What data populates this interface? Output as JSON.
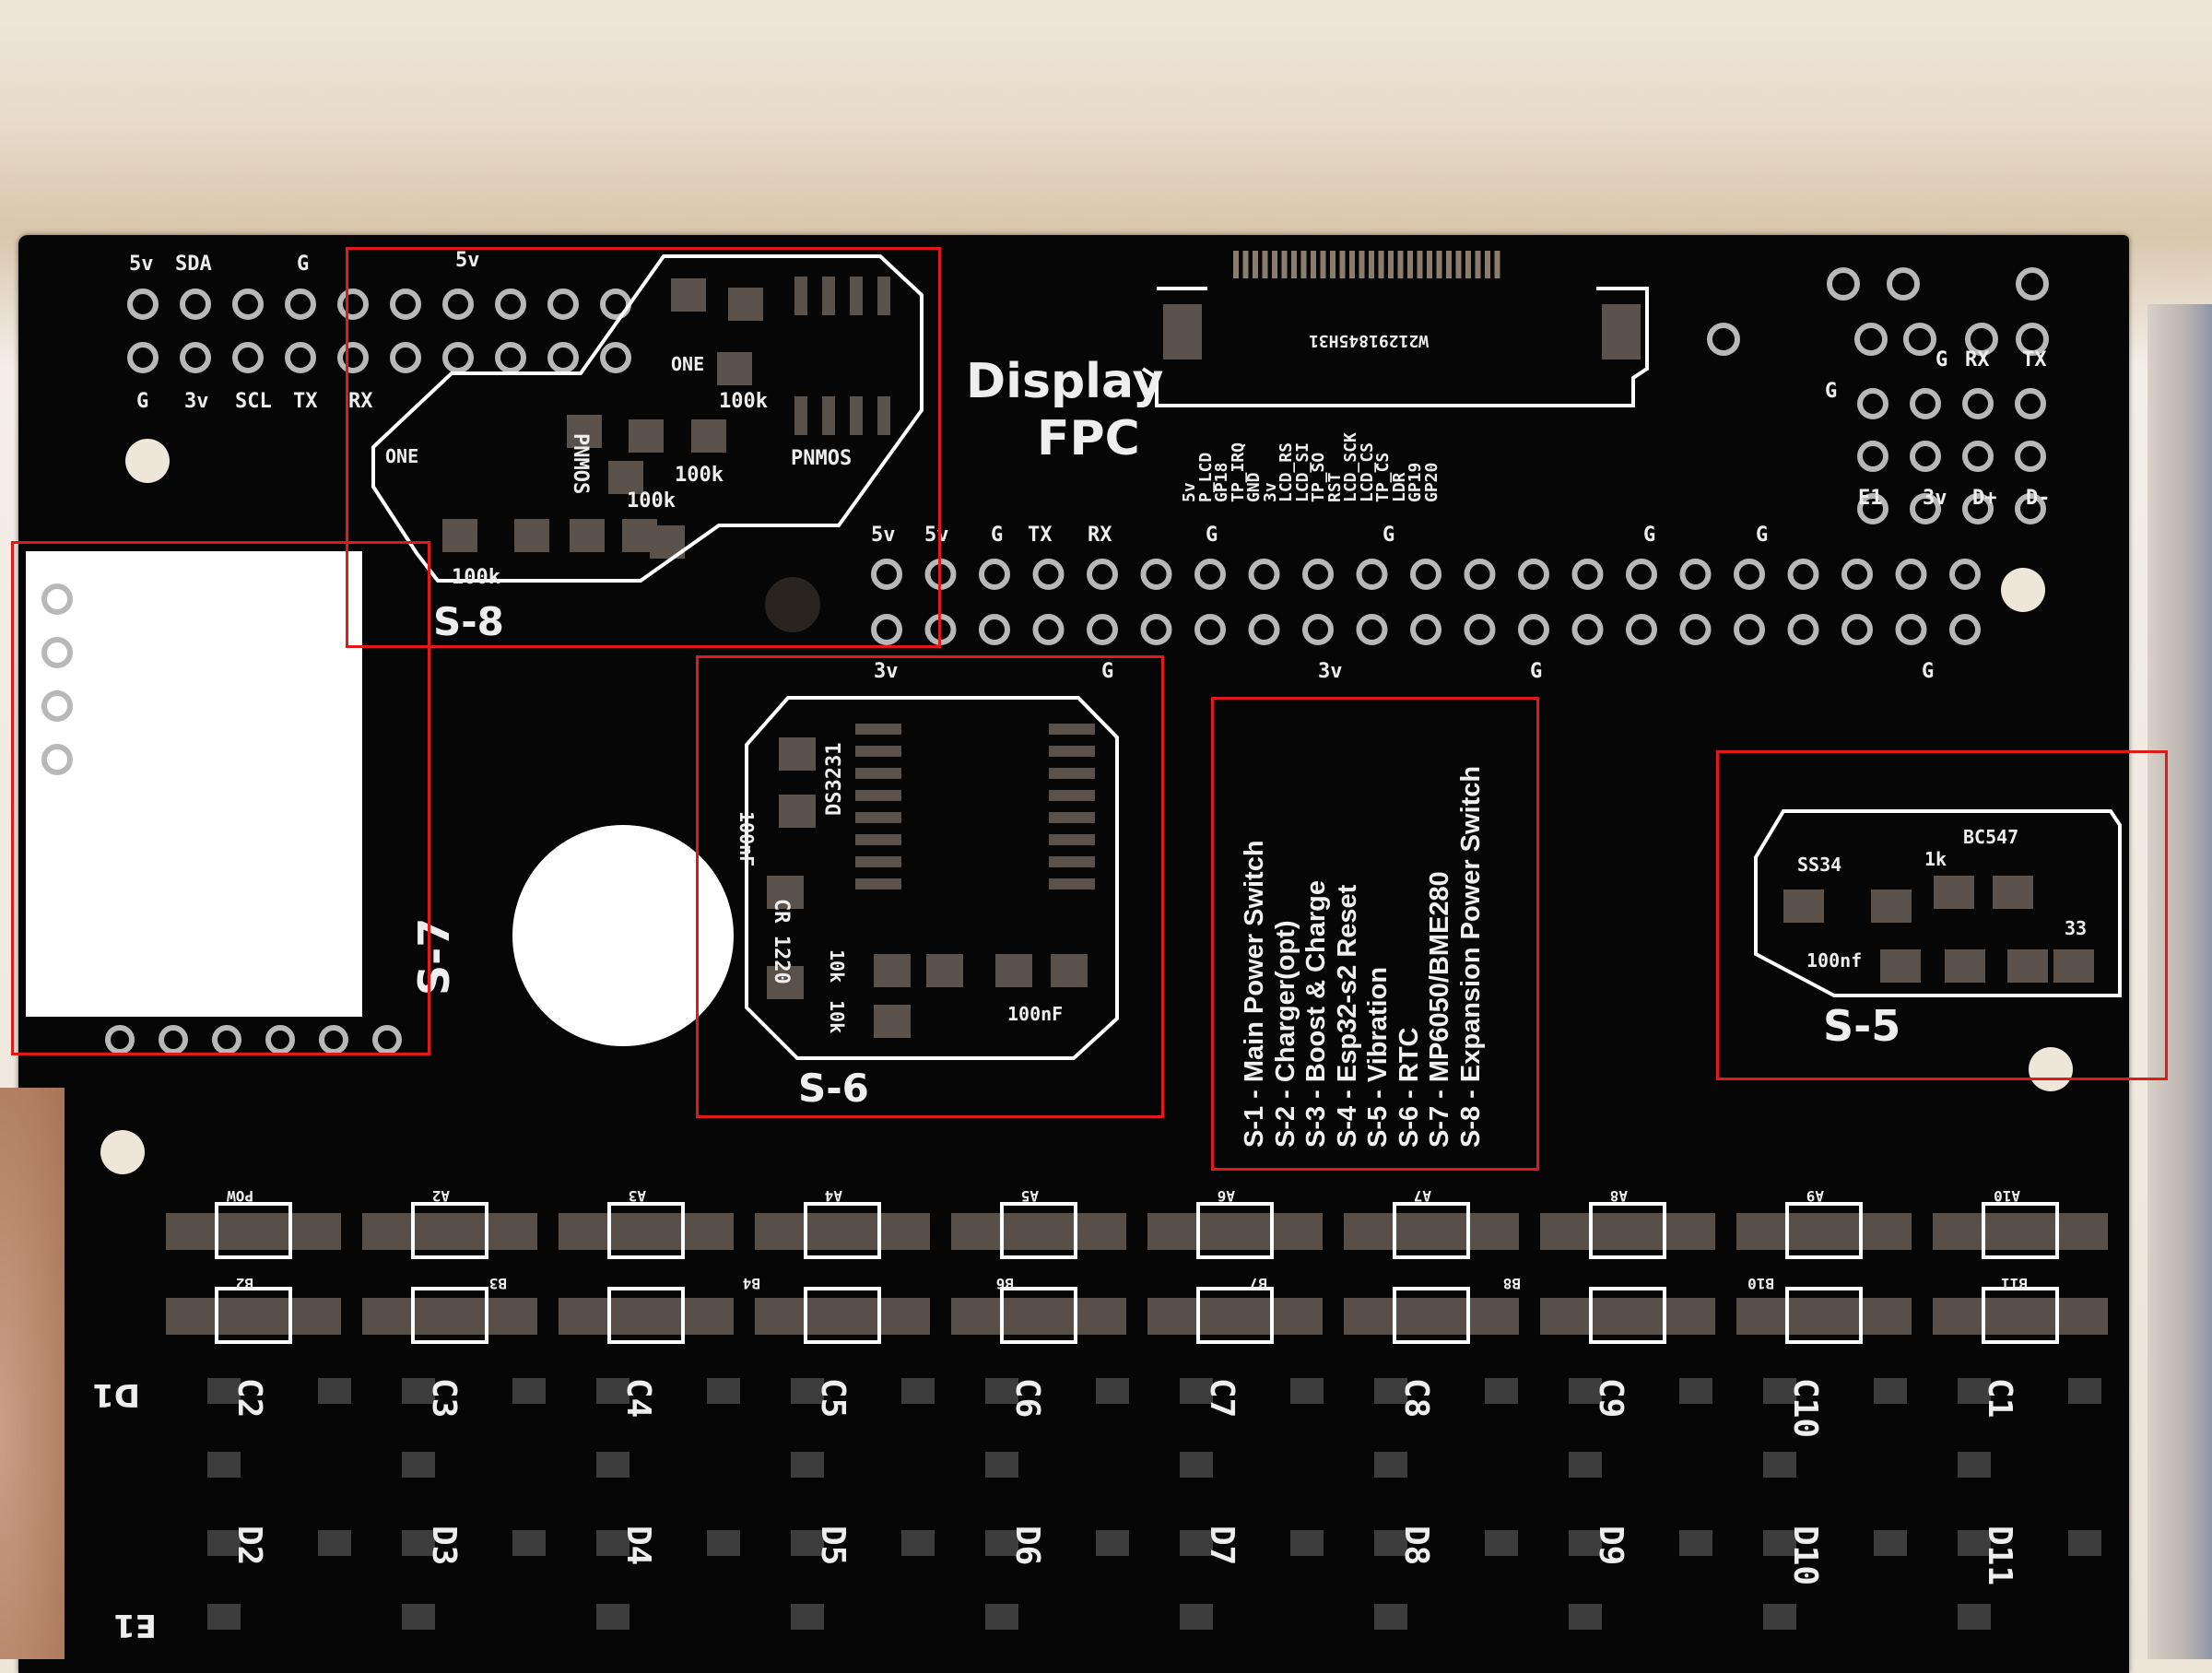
{
  "header_row": {
    "l1": "5v",
    "l2": "SDA",
    "l3": "G",
    "l4": "5v",
    "b1": "G",
    "b2": "3v",
    "b3": "SCL",
    "b4": "TX",
    "b5": "RX"
  },
  "display": {
    "title": "Display",
    "subtitle": "FPC",
    "part": "W21291845H31"
  },
  "fpc_pins": [
    "5v",
    "P_LCD",
    "GP18",
    "TP_IRQ",
    "GND",
    "3v",
    "LCD_RS",
    "LCD_SI",
    "TP_SO",
    "RST",
    "LCD_SCK",
    "LCD_CS",
    "TP_CS",
    "LDR",
    "GP19",
    "GP20"
  ],
  "mid_header_top": [
    "5v",
    "5v",
    "G",
    "TX",
    "RX",
    "G",
    "G",
    "G",
    "G"
  ],
  "mid_header_bottom": [
    "3v",
    "G",
    "3v",
    "G",
    "G"
  ],
  "right_header": {
    "g": "G",
    "rx": "RX",
    "tx": "TX",
    "g2": "G",
    "e1": "E1",
    "v3": "3v",
    "dp": "D+",
    "dm": "D-"
  },
  "s8": {
    "one1": "ONE",
    "one2": "ONE",
    "r1": "100k",
    "r2": "100k",
    "r3": "100k",
    "r4": "100k",
    "pnmos1": "PNMOS",
    "pnmos2": "PNMOS",
    "label": "S-8"
  },
  "s7": {
    "label": "S-7"
  },
  "s6": {
    "chip": "DS3231",
    "cap1": "100nF",
    "cap2": "100nF",
    "batt": "CR 1220",
    "r1": "10k",
    "r2": "10k",
    "label": "S-6"
  },
  "s5": {
    "diode": "SS34",
    "r": "1k",
    "transistor": "BC547",
    "cap": "100nf",
    "r33": "33",
    "label": "S-5"
  },
  "legend": [
    "S-1 - Main Power Switch",
    "S-2 - Charger(opt)",
    "S-3 - Boost & Charge",
    "S-4 - Esp32-s2 Reset",
    "S-5 - Vibration",
    "S-6 - RTC",
    "S-7 - MP6050/BME280",
    "S-8 - Expansion Power Switch"
  ],
  "top_switches": [
    "POW",
    "A2",
    "A3",
    "A4",
    "A5",
    "A6",
    "A7",
    "A8",
    "A9",
    "A10"
  ],
  "bottom_switches": [
    "B2",
    "B3",
    "B4",
    "B6",
    "B7",
    "B8",
    "B10",
    "B11"
  ],
  "capacitors": [
    "C2",
    "C3",
    "C4",
    "C5",
    "C6",
    "C7",
    "C8",
    "C9",
    "C10",
    "C1"
  ],
  "diodes": [
    "D2",
    "D3",
    "D4",
    "D5",
    "D6",
    "D7",
    "D8",
    "D9",
    "D10",
    "D11"
  ],
  "misc": {
    "d1": "D1",
    "e1": "E1"
  }
}
